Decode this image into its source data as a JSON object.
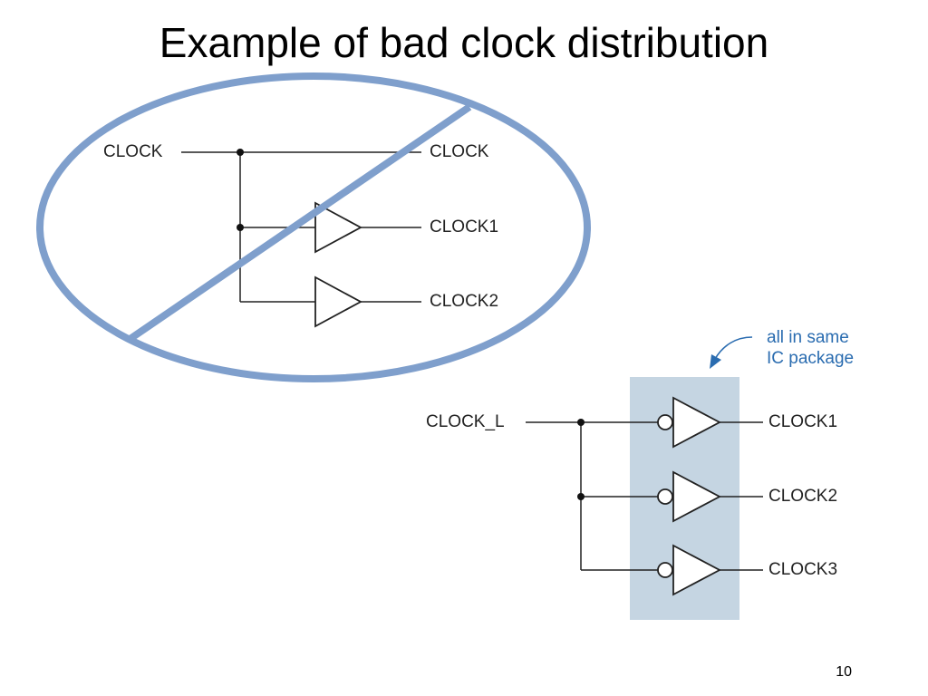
{
  "slide": {
    "title": "Example of bad clock distribution",
    "page_number": "10"
  },
  "bad_example": {
    "input_label": "CLOCK",
    "outputs": [
      "CLOCK",
      "CLOCK1",
      "CLOCK2"
    ],
    "crossed_out": true,
    "annotation_color": "#7f9fcc"
  },
  "good_example": {
    "input_label": "CLOCK_L",
    "outputs": [
      "CLOCK1",
      "CLOCK2",
      "CLOCK3"
    ],
    "package_note": [
      "all in same",
      "IC package"
    ],
    "package_fill": "#c5d5e2",
    "note_color": "#2a6cb0"
  }
}
